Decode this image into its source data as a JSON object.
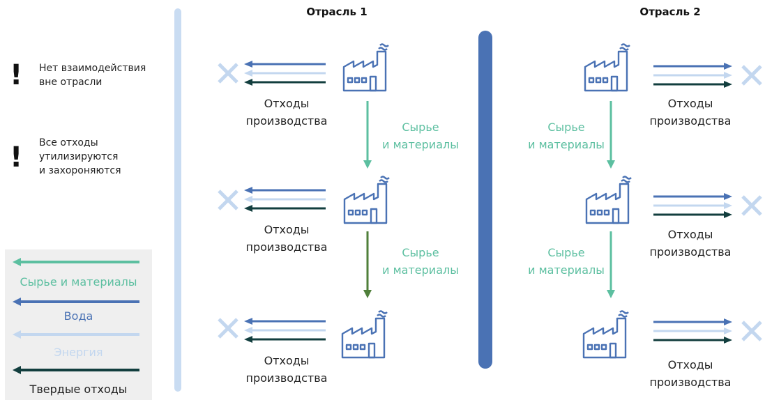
{
  "notes": [
    {
      "text_lines": [
        "Нет взаимодействия",
        "вне отрасли"
      ]
    },
    {
      "text_lines": [
        "Все отходы",
        "утилизируются",
        "и захороняются"
      ]
    }
  ],
  "legend": [
    {
      "label": "Сырье и материалы",
      "color": "#5cbfa0"
    },
    {
      "label": "Вода",
      "color": "#4a72b4"
    },
    {
      "label": "Энергия",
      "color": "#c3d7ef"
    },
    {
      "label": "Твердые отходы",
      "color": "#123e3e"
    }
  ],
  "industries": [
    {
      "title": "Отрасль 1"
    },
    {
      "title": "Отрасль 2"
    }
  ],
  "waste_label": [
    "Отходы",
    "производства"
  ],
  "materials_label": [
    "Сырье",
    "и материалы"
  ],
  "colors": {
    "materials": "#5cbfa0",
    "water": "#4a72b4",
    "energy": "#c3d7ef",
    "solid_waste": "#123e3e",
    "factory": "#4a72b4",
    "cross": "#c3d7ef",
    "dark_green_arrow": "#4f7f3a"
  }
}
